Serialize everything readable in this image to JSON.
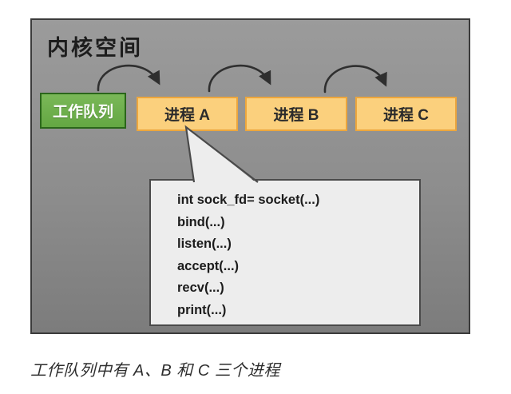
{
  "diagram": {
    "title": "内核空间",
    "caption": "工作队列中有 A、B 和 C 三个进程",
    "work_queue": {
      "label": "工作队列"
    },
    "processes": [
      {
        "label": "进程 A"
      },
      {
        "label": "进程 B"
      },
      {
        "label": "进程 C"
      }
    ],
    "code_callout": {
      "lines": [
        "int sock_fd= socket(...)",
        "bind(...)",
        "listen(...)",
        "accept(...)",
        "recv(...)",
        "print(...)"
      ]
    },
    "colors": {
      "panel_bg_top": "#9b9b9b",
      "panel_bg_bottom": "#7c7c7c",
      "panel_border": "#3b3b3b",
      "work_queue_fill": "#6fae4d",
      "work_queue_border": "#2b661b",
      "process_fill": "#fbd07d",
      "process_border": "#eca63d",
      "callout_fill": "#ededed",
      "callout_border": "#4a4a4a",
      "arrow": "#2f2f2f"
    }
  }
}
